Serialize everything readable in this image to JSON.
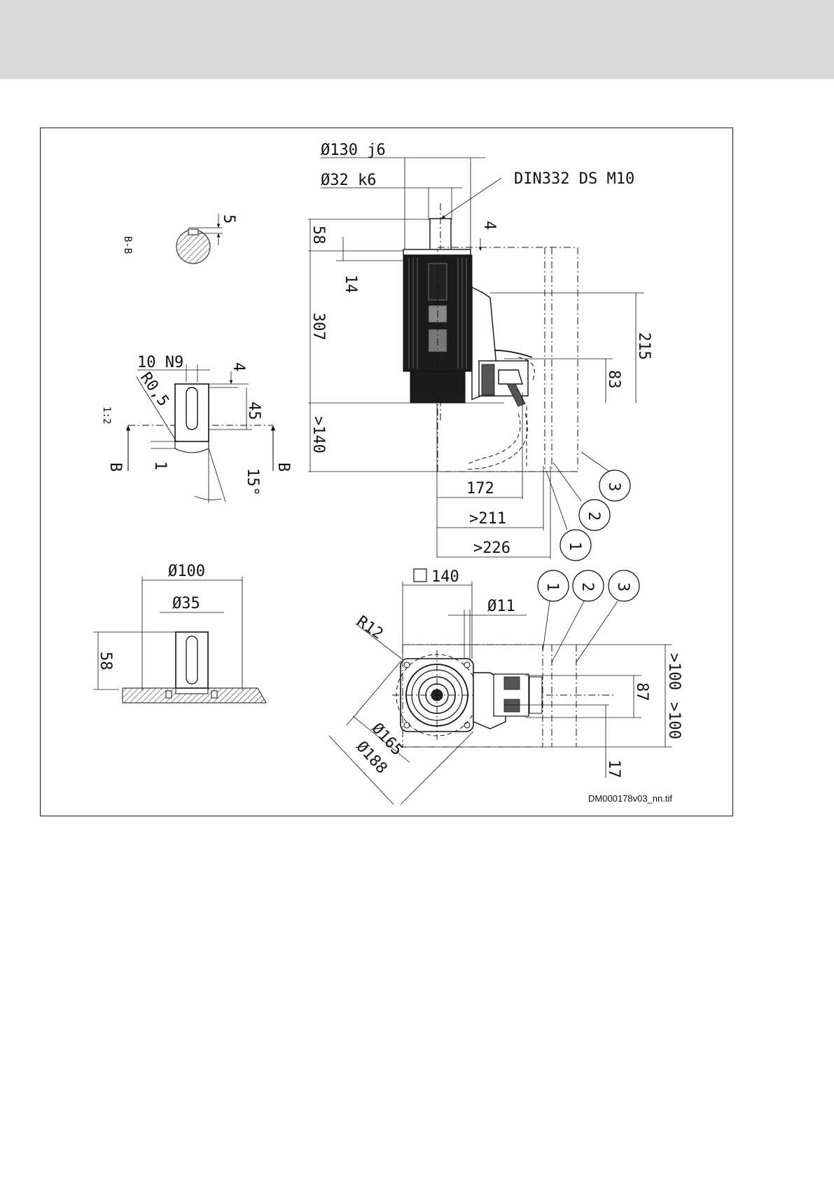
{
  "drawing": {
    "file_name": "DM000178v03_nn.tif",
    "section_label": "B-B",
    "scale_label": "1:2",
    "section_markers": [
      "B",
      "B"
    ],
    "shaft_top_view": {
      "keyway_width": "5"
    },
    "shaft_detail": {
      "key_width": "10 N9",
      "key_depth": "4",
      "fillet_radius": "R0,5",
      "key_length": "45",
      "shoulder": "1",
      "chamfer_angle": "15°"
    },
    "flange_view": {
      "outer_diameter": "Ø100",
      "shaft_diameter": "Ø35",
      "shaft_height": "58"
    },
    "side_view": {
      "pilot_diameter": "Ø130 j6",
      "shaft_diameter": "Ø32 k6",
      "center_bore": "DIN332 DS M10",
      "flange_offset": "4",
      "shaft_length": "58",
      "flange_thickness": "14",
      "body_length": "307",
      "clearance_length": ">140",
      "connector_height": "215",
      "connector_offset": "83",
      "dim_172": "172",
      "dim_211": ">211",
      "dim_226": ">226",
      "callouts": [
        "1",
        "2",
        "3"
      ]
    },
    "front_view": {
      "square": "140",
      "hole_diameter": "Ø11",
      "corner_radius": "R12",
      "bolt_circle": "Ø165",
      "outer_circle": "Ø188",
      "dim_87": "87",
      "dim_100_top": ">100",
      "dim_100_bottom": ">100",
      "dim_17": "17",
      "callouts": [
        "1",
        "2",
        "3"
      ]
    }
  }
}
